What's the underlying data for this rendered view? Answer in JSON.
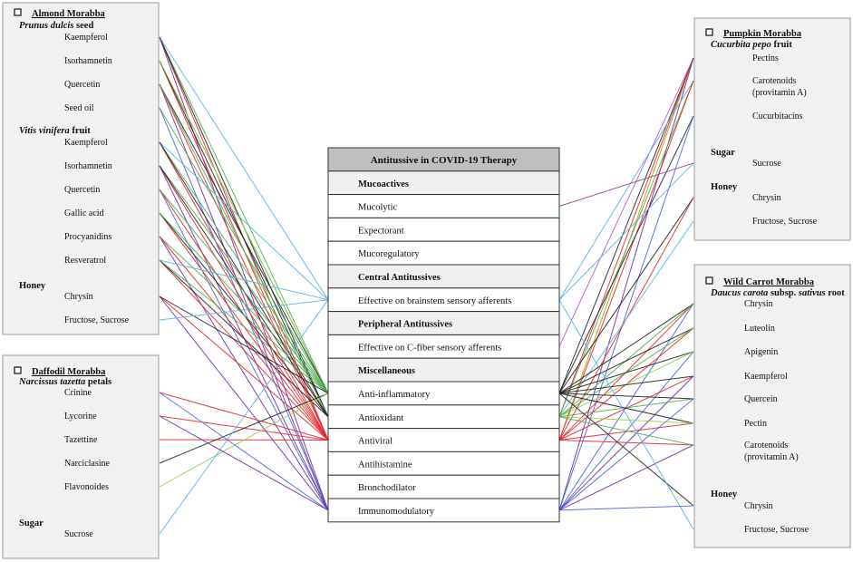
{
  "center": {
    "title": "Antitussive in COVID-19 Therapy",
    "rows": [
      {
        "label": "Mucoactives",
        "group": true
      },
      {
        "label": "Mucolytic"
      },
      {
        "label": "Expectorant"
      },
      {
        "label": "Mucoregulatory"
      },
      {
        "label": "Central Antitussives",
        "group": true
      },
      {
        "label": "Effective on brainstem sensory afferents"
      },
      {
        "label": "Peripheral Antitussives",
        "group": true
      },
      {
        "label": "Effective on C-fiber sensory afferents"
      },
      {
        "label": "Miscellaneous",
        "group": true
      },
      {
        "label": "Anti-inflammatory"
      },
      {
        "label": "Antioxidant"
      },
      {
        "label": "Antiviral"
      },
      {
        "label": "Antihistamine"
      },
      {
        "label": "Bronchodilator"
      },
      {
        "label": "Immunomodulatory"
      }
    ]
  },
  "left_groups": [
    {
      "title": "Almond Morabba",
      "sections": [
        {
          "source": "Prunus dulcis",
          "part": " seed",
          "italic": true,
          "items": [
            "Kaempferol",
            "Isorhamnetin",
            "Quercetin",
            "Seed oil"
          ]
        },
        {
          "source": "Vitis vinifera",
          "part": " fruit",
          "italic": true,
          "items": [
            "Kaempferol",
            "Isorhamnetin",
            "Quercetin",
            "Gallic  acid",
            "Procyanidins",
            "Resveratrol"
          ]
        },
        {
          "source": "Honey",
          "part": "",
          "italic": false,
          "items": [
            "Chrysin",
            "Fructose, Sucrose"
          ]
        }
      ]
    },
    {
      "title": "Daffodil Morabba",
      "sections": [
        {
          "source": "Narcissus tazetta",
          "part": " petals",
          "italic": true,
          "items": [
            "Crinine",
            "Lycorine",
            "Tazettine",
            "Narciclasine",
            "Flavonoides"
          ]
        },
        {
          "source": "Sugar",
          "part": "",
          "italic": false,
          "items": [
            "Sucrose"
          ]
        }
      ]
    }
  ],
  "right_groups": [
    {
      "title": "Pumpkin Morabba",
      "sections": [
        {
          "source": "Cucurbita pepo",
          "part": " fruit",
          "italic": true,
          "items": [
            "Pectins",
            "Carotenoids|(provitamin A)",
            "Cucurbitacins"
          ]
        },
        {
          "source": "Sugar",
          "part": "",
          "italic": false,
          "items": [
            "Sucrose"
          ]
        },
        {
          "source": "Honey",
          "part": "",
          "italic": false,
          "items": [
            "Chrysin",
            "Fructose, Sucrose"
          ]
        }
      ]
    },
    {
      "title": "Wild Carrot Morabba",
      "sections": [
        {
          "source": "Daucus carota",
          "part": " subsp. ",
          "part_italic": "sativus",
          "part2": " root",
          "italic": true,
          "items": [
            "Chrysin",
            "Luteolin",
            "Apigenin",
            "Kaempferol",
            "Quercein",
            "Pectin",
            "Carotenoids|(provitamin  A)"
          ]
        },
        {
          "source": "Honey",
          "part": "",
          "italic": false,
          "items": [
            "Chrysin",
            "Fructose, Sucrose"
          ]
        }
      ]
    }
  ],
  "colors": {
    "purple": "#7030a0",
    "blue": "#4a66d8",
    "black": "#222222",
    "red": "#e8262a",
    "green": "#4caf50",
    "light_green": "#92d050",
    "sky": "#5ab4e8",
    "olive": "#b8a000",
    "violet": "#b060d0",
    "magenta": "#a03a8a",
    "header_fill": "#bfbfbf",
    "group_fill": "#f0f0f0",
    "box_fill": "#f1f1f1"
  }
}
